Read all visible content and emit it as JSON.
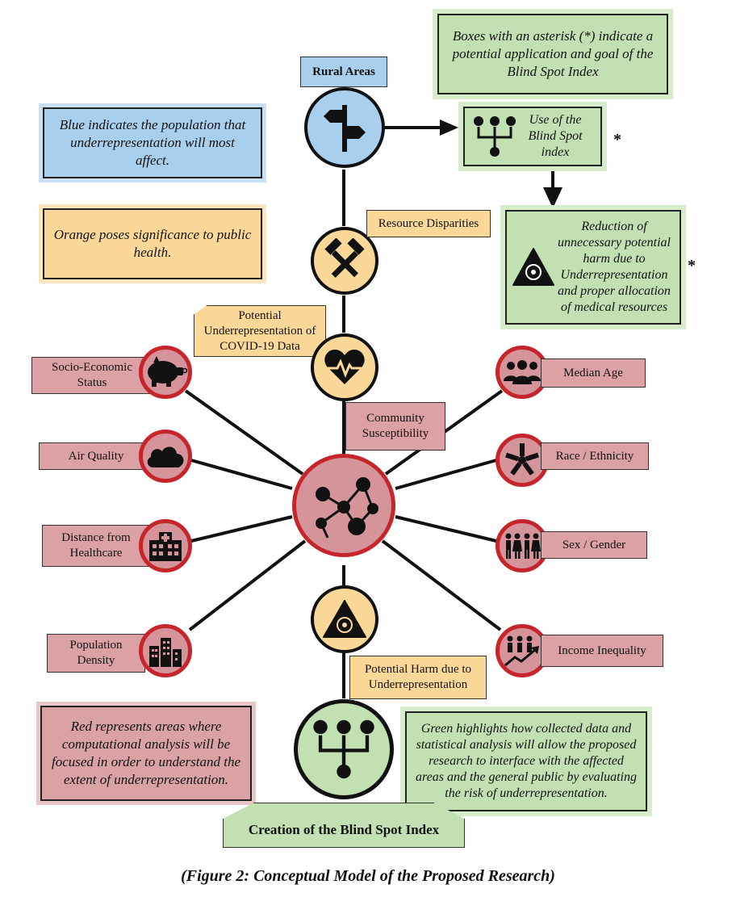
{
  "legends": {
    "blue": "Blue indicates the population that underrepresentation will most affect.",
    "orange": "Orange poses significance to public health.",
    "red": "Red represents areas where computational analysis will be focused in order to understand the extent of underrepresentation.",
    "green": "Green highlights how collected data and statistical analysis will allow the proposed research to interface with the affected areas and the general public by evaluating the risk of underrepresentation.",
    "asterisk_note": "Boxes with an asterisk (*) indicate a potential application and goal of the Blind Spot Index"
  },
  "chain": {
    "rural_areas": "Rural Areas",
    "resource_disparities": "Resource Disparities",
    "covid_data": "Potential Underrepresentation of COVID-19 Data",
    "community_susceptibility": "Community Susceptibility",
    "potential_harm": "Potential Harm due to Underrepresentation",
    "creation": "Creation of the Blind Spot Index"
  },
  "applications": {
    "use_index": "Use of the Blind Spot index",
    "reduction": "Reduction of unnecessary potential harm due to Underrepresentation and proper allocation of medical resources",
    "asterisk": "*"
  },
  "factors_left": [
    "Socio-Economic Status",
    "Air Quality",
    "Distance from Healthcare",
    "Population Density"
  ],
  "factors_right": [
    "Median Age",
    "Race / Ethnicity",
    "Sex / Gender",
    "Income Inequality"
  ],
  "caption": "(Figure 2: Conceptual Model of the Proposed Research)",
  "colors": {
    "blue": "#a9cfee",
    "orange": "#fbd898",
    "red": "#dca1a5",
    "red_border": "#c6262b",
    "green": "#c2e0b1"
  }
}
